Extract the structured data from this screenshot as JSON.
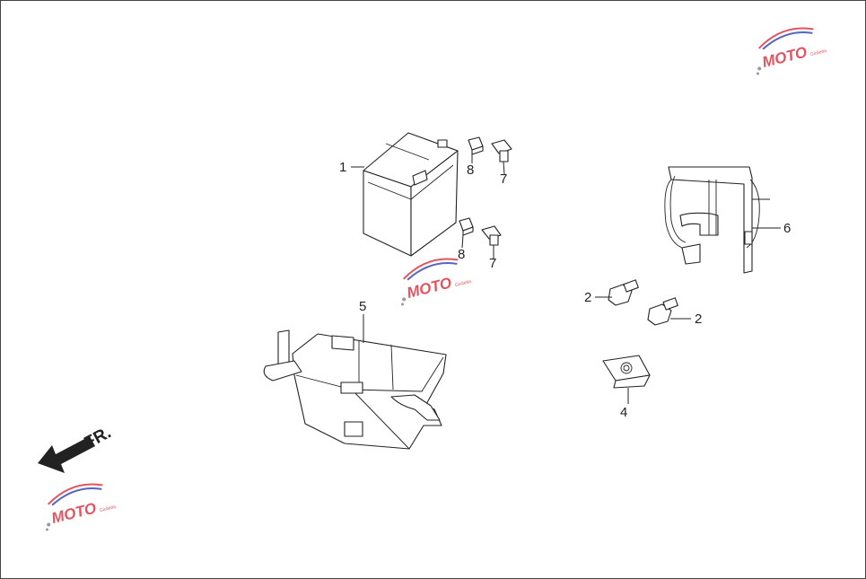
{
  "callouts": {
    "battery": "1",
    "bolt_left": "2",
    "bolt_right": "2",
    "clip_nut": "4",
    "battery_box": "5",
    "bracket": "6",
    "screw_upper": "7",
    "screw_lower": "7",
    "nut_upper": "8",
    "nut_lower": "8"
  },
  "direction": {
    "label": "FR."
  },
  "watermark": {
    "logo_text": "MOTO",
    "small_text": "Giulietta",
    "colors": {
      "red": "#e05560",
      "blue": "#5566bb",
      "gray": "#9a9a9a"
    }
  }
}
